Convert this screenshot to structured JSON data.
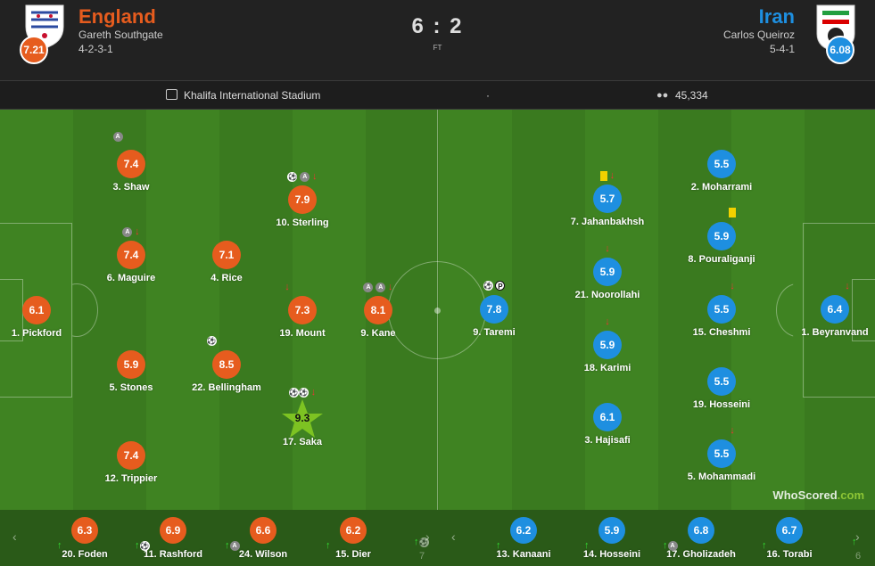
{
  "home": {
    "name": "England",
    "manager": "Gareth Southgate",
    "formation": "4-2-3-1",
    "rating": "7.21",
    "color": "#e65c1e"
  },
  "away": {
    "name": "Iran",
    "manager": "Carlos Queiroz",
    "formation": "5-4-1",
    "rating": "6.08",
    "color": "#1e8fe0"
  },
  "score": "6 : 2",
  "status": "FT",
  "venue": "Khalifa International Stadium",
  "separator": "·",
  "attendance": "45,334",
  "home_players": [
    {
      "num_name": "3. Shaw",
      "rating": "7.4"
    },
    {
      "num_name": "6. Maguire",
      "rating": "7.4"
    },
    {
      "num_name": "1. Pickford",
      "rating": "6.1"
    },
    {
      "num_name": "5. Stones",
      "rating": "5.9"
    },
    {
      "num_name": "12. Trippier",
      "rating": "7.4"
    },
    {
      "num_name": "4. Rice",
      "rating": "7.1"
    },
    {
      "num_name": "22. Bellingham",
      "rating": "8.5"
    },
    {
      "num_name": "10. Sterling",
      "rating": "7.9"
    },
    {
      "num_name": "19. Mount",
      "rating": "7.3"
    },
    {
      "num_name": "17. Saka",
      "rating": "9.3"
    },
    {
      "num_name": "9. Kane",
      "rating": "8.1"
    }
  ],
  "away_players": [
    {
      "num_name": "9. Taremi",
      "rating": "7.8"
    },
    {
      "num_name": "7. Jahanbakhsh",
      "rating": "5.7"
    },
    {
      "num_name": "21. Noorollahi",
      "rating": "5.9"
    },
    {
      "num_name": "18. Karimi",
      "rating": "5.9"
    },
    {
      "num_name": "3. Hajisafi",
      "rating": "6.1"
    },
    {
      "num_name": "2. Moharrami",
      "rating": "5.5"
    },
    {
      "num_name": "8. Pouraliganji",
      "rating": "5.9"
    },
    {
      "num_name": "15. Cheshmi",
      "rating": "5.5"
    },
    {
      "num_name": "19. Hosseini",
      "rating": "5.5"
    },
    {
      "num_name": "5. Mohammadi",
      "rating": "5.5"
    },
    {
      "num_name": "1. Beyranvand",
      "rating": "6.4"
    }
  ],
  "home_subs": [
    {
      "num_name": "20. Foden",
      "rating": "6.3"
    },
    {
      "num_name": "11. Rashford",
      "rating": "6.9"
    },
    {
      "num_name": "24. Wilson",
      "rating": "6.6"
    },
    {
      "num_name": "15. Dier",
      "rating": "6.2"
    }
  ],
  "away_subs": [
    {
      "num_name": "13. Kanaani",
      "rating": "6.2"
    },
    {
      "num_name": "14. Hosseini",
      "rating": "5.9"
    },
    {
      "num_name": "17. Gholizadeh",
      "rating": "6.8"
    },
    {
      "num_name": "16. Torabi",
      "rating": "6.7"
    }
  ],
  "bench_peek": {
    "left": "7",
    "right": "6"
  },
  "watermark": {
    "a": "WhoScored",
    "b": ".com"
  },
  "icons": {
    "stadium": "stadium-icon",
    "attendance": "attendance-icon",
    "goal": "ball-icon",
    "assist": "assist-icon",
    "sub_off": "arrow-down-icon",
    "sub_on": "arrow-up-icon",
    "yellow": "yellow-card-icon",
    "penalty": "penalty-icon"
  }
}
